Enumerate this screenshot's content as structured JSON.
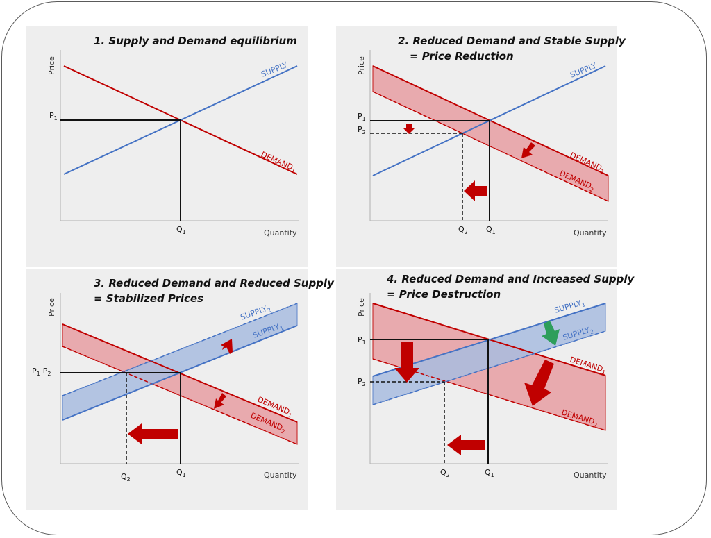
{
  "colors": {
    "supply": "#4472c4",
    "demand": "#c00000",
    "demand_band": "#e8a3a8",
    "supply_band": "#a9bde0",
    "arrow_red": "#c00000",
    "arrow_green": "#2e9e5b",
    "panel_bg": "#eeeeee"
  },
  "panels": [
    {
      "title": "1. Supply and Demand equilibrium",
      "y_axis": "Price",
      "x_axis": "Quantity",
      "supply_label": "SUPPLY",
      "demand_label": "DEMAND",
      "demand_sub": "1",
      "p_label": "P",
      "p_sub": "1",
      "q_label": "Q",
      "q_sub": "1"
    },
    {
      "title_line1": "2. Reduced Demand  and Stable Supply",
      "title_line2": "= Price Reduction",
      "y_axis": "Price",
      "x_axis": "Quantity",
      "supply_label": "SUPPLY",
      "demand_label": "DEMAND",
      "demand1_sub": "1",
      "demand2_sub": "2",
      "p1": "P",
      "p1_sub": "1",
      "p2": "P",
      "p2_sub": "2",
      "q1": "Q",
      "q1_sub": "1",
      "q2": "Q",
      "q2_sub": "2"
    },
    {
      "title_line1": "3. Reduced Demand and  Reduced Supply",
      "title_line2": "= Stabilized Prices",
      "y_axis": "Price",
      "x_axis": "Quantity",
      "supply_label": "SUPPLY",
      "supply1_sub": "1",
      "supply2_sub": "2",
      "demand_label": "DEMAND",
      "demand1_sub": "1",
      "demand2_sub": "2",
      "p_label": "P",
      "p1_sub": "1",
      "p2_sub": "2",
      "q1": "Q",
      "q1_sub": "1",
      "q2": "Q",
      "q2_sub": "2"
    },
    {
      "title_line1": "4. Reduced Demand and  Increased Supply",
      "title_line2": "=  Price Destruction",
      "y_axis": "Price",
      "x_axis": "Quantity",
      "supply_label": "SUPPLY",
      "supply1_sub": "1",
      "supply2_sub": "2",
      "demand_label": "DEMAND",
      "demand1_sub": "1",
      "demand2_sub": "2",
      "p1": "P",
      "p1_sub": "1",
      "p2": "P",
      "p2_sub": "2",
      "q1": "Q",
      "q1_sub": "1",
      "q2": "Q",
      "q2_sub": "2"
    }
  ]
}
